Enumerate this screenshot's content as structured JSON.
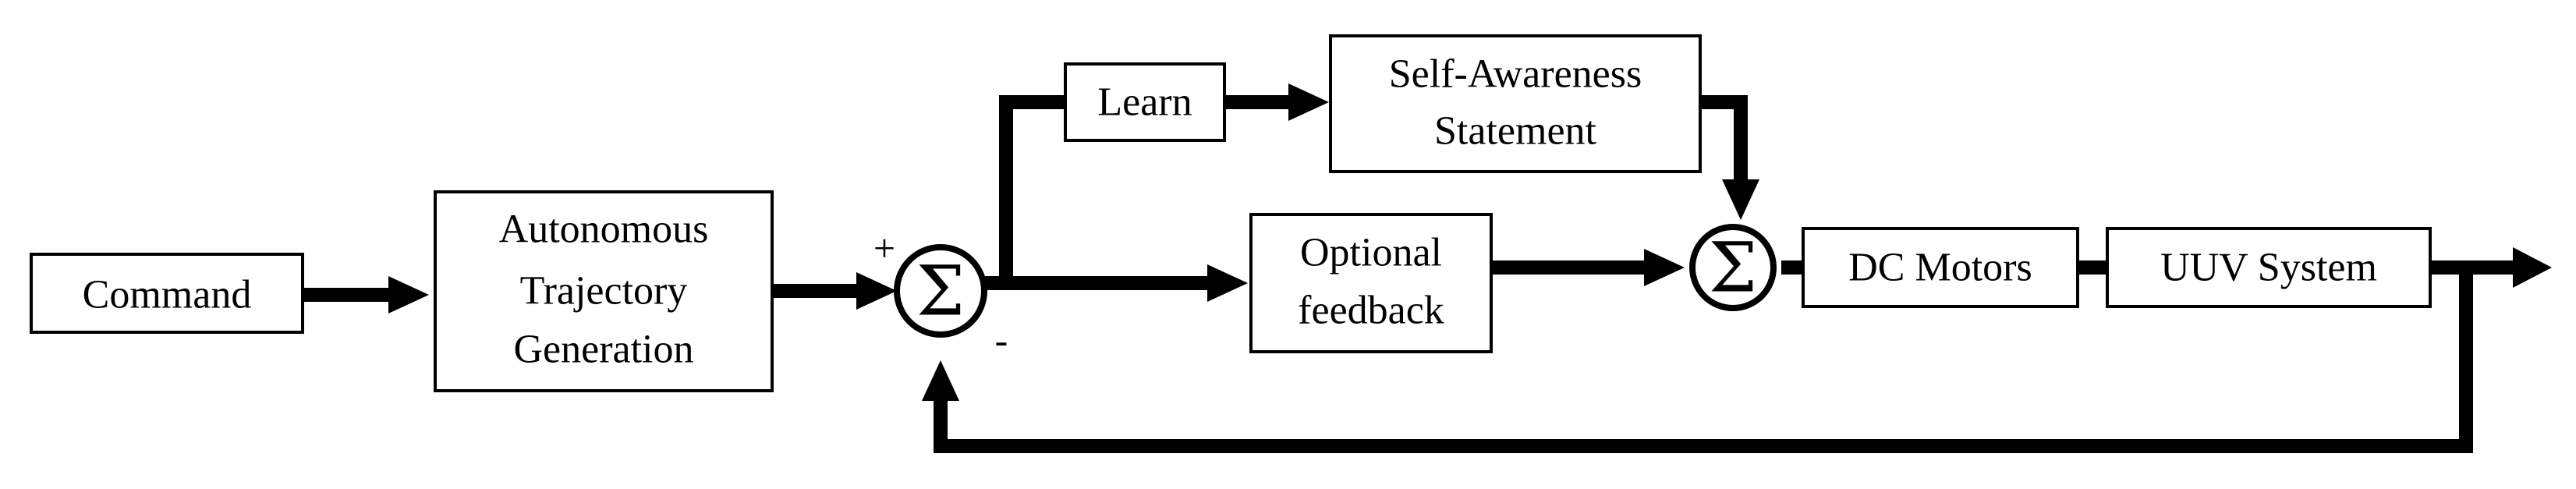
{
  "blocks": {
    "command": "Command",
    "trajectory": [
      "Autonomous",
      "Trajectory",
      "Generation"
    ],
    "learn": "Learn",
    "self_awareness": [
      "Self-Awareness",
      "Statement"
    ],
    "optional_feedback": [
      "Optional",
      "feedback"
    ],
    "dc_motors": "DC Motors",
    "uuv_system": "UUV System"
  },
  "summing_junctions": {
    "symbol": "Σ",
    "sum1_plus": "+",
    "sum1_minus": "-"
  }
}
